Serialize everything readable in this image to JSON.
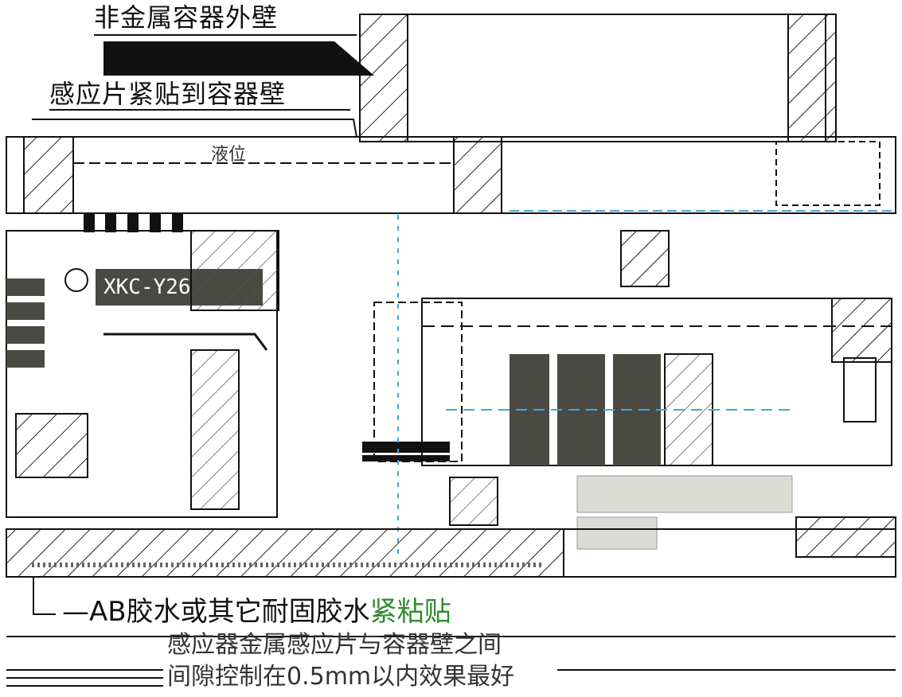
{
  "labels": {
    "outer_wall": "非金属容器外壁",
    "sensor_contact": "感应片紧贴到容器壁",
    "glue": "AB胶水或其它耐固胶水",
    "glue_highlight": "紧粘贴",
    "gap_line1": "感应器金属感应片与容器壁之间",
    "gap_line2": "间隙控制在0.5mm以内效果最好",
    "model": "XKC-Y26",
    "liquid": "液位"
  },
  "colors": {
    "line": "#111111",
    "glue_highlight": "#2e8b2e",
    "sensor_body": "#4a4a44",
    "sensor_face": "#dcdcd6",
    "accent_blue": "#4aa3d8"
  }
}
